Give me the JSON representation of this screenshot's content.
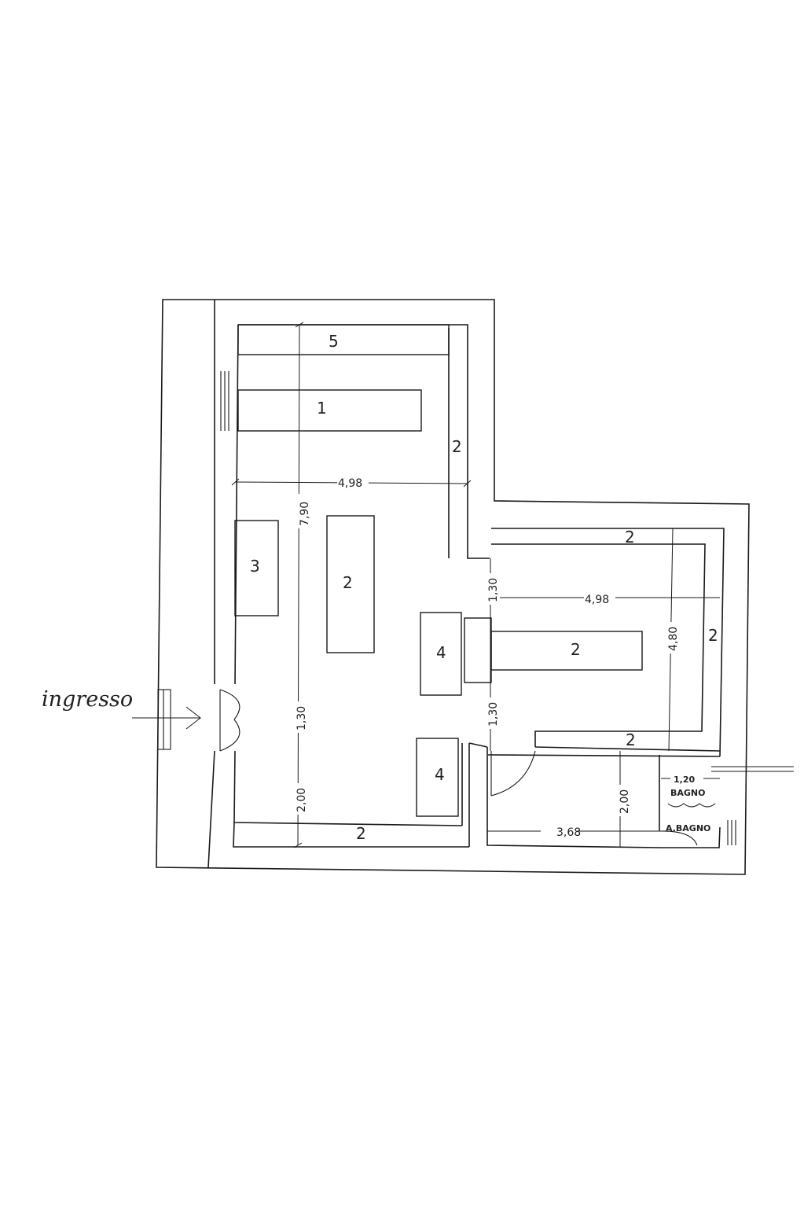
{
  "entrance_label": "ingresso",
  "rooms": {
    "bagno": "BAGNO",
    "antibagno": "A.BAGNO"
  },
  "furniture_labels": {
    "top_counter": "5",
    "top_bench": "1",
    "top_right_wall": "2",
    "left_block": "3",
    "center_block": "2",
    "mid_block": "4",
    "lower_block": "4",
    "right_bench": "2",
    "right_top_wall": "2",
    "right_side_wall": "2",
    "right_lower_wall": "2",
    "bottom_wall": "2"
  },
  "dimensions": {
    "height_total": "7,90",
    "width_top": "4,98",
    "width_right": "4,98",
    "height_right": "4,80",
    "door_upper": "1,30",
    "door_lower": "1,30",
    "left_lower": "1,30",
    "left_bottom": "2,00",
    "storage_height": "2,00",
    "storage_width": "3,68",
    "bath_width": "1,20"
  }
}
